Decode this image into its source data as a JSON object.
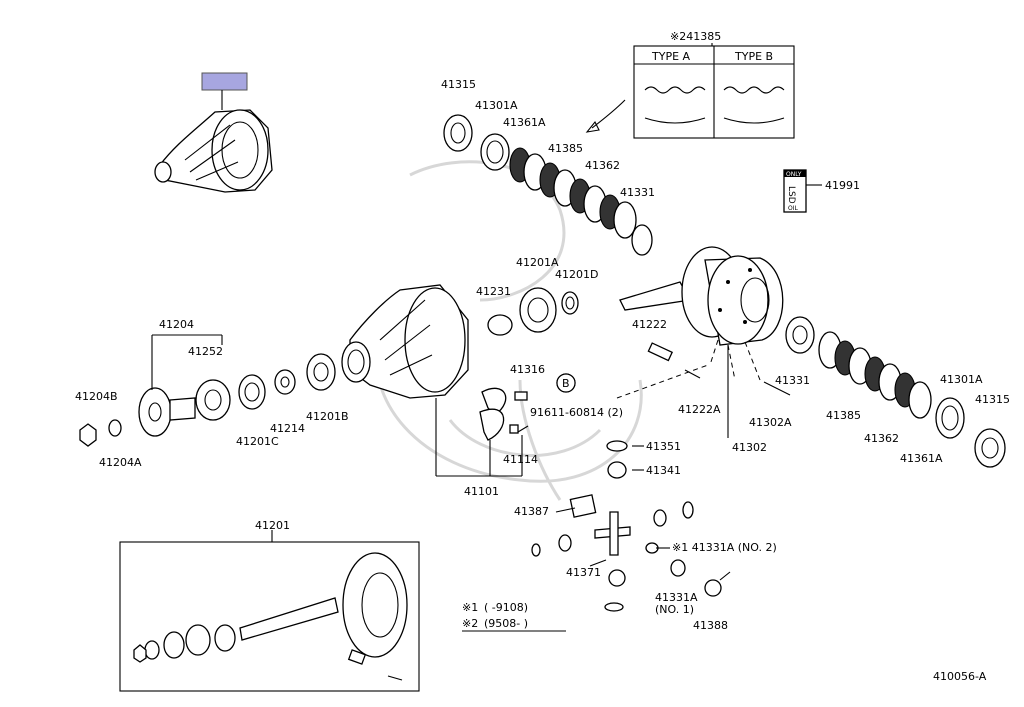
{
  "diagram": {
    "drawing_code": "410056-A",
    "type_table": {
      "ref": "※241385",
      "col_a": "TYPE A",
      "col_b": "TYPE B"
    },
    "lsd_tag": "LSD",
    "lsd_tag_top": "ONLY",
    "lsd_tag_bottom": "OIL",
    "callout_b": "B",
    "notes": [
      {
        "mark": "※1",
        "range": "(      -9108)"
      },
      {
        "mark": "※2",
        "range": "(9508-      )"
      }
    ],
    "parts": [
      {
        "id": "p41315a",
        "label": "41315"
      },
      {
        "id": "p41301Aa",
        "label": "41301A"
      },
      {
        "id": "p41361Aa",
        "label": "41361A"
      },
      {
        "id": "p41385a",
        "label": "41385"
      },
      {
        "id": "p41362a",
        "label": "41362"
      },
      {
        "id": "p41331a",
        "label": "41331"
      },
      {
        "id": "p41991",
        "label": "41991"
      },
      {
        "id": "p41201A",
        "label": "41201A"
      },
      {
        "id": "p41201D",
        "label": "41201D"
      },
      {
        "id": "p41231",
        "label": "41231"
      },
      {
        "id": "p41204",
        "label": "41204"
      },
      {
        "id": "p41252",
        "label": "41252"
      },
      {
        "id": "p41204B",
        "label": "41204B"
      },
      {
        "id": "p41204A",
        "label": "41204A"
      },
      {
        "id": "p41201C",
        "label": "41201C"
      },
      {
        "id": "p41214",
        "label": "41214"
      },
      {
        "id": "p41201B",
        "label": "41201B"
      },
      {
        "id": "p41316",
        "label": "41316"
      },
      {
        "id": "p91611",
        "label": "91611-60814 (2)"
      },
      {
        "id": "p41114",
        "label": "41114"
      },
      {
        "id": "p41101",
        "label": "41101"
      },
      {
        "id": "p41222",
        "label": "41222"
      },
      {
        "id": "p41222A",
        "label": "41222A"
      },
      {
        "id": "p41331b",
        "label": "41331"
      },
      {
        "id": "p41302A",
        "label": "41302A"
      },
      {
        "id": "p41302",
        "label": "41302"
      },
      {
        "id": "p41385b",
        "label": "41385"
      },
      {
        "id": "p41362b",
        "label": "41362"
      },
      {
        "id": "p41301Ab",
        "label": "41301A"
      },
      {
        "id": "p41315b",
        "label": "41315"
      },
      {
        "id": "p41361Ab",
        "label": "41361A"
      },
      {
        "id": "p41351",
        "label": "41351"
      },
      {
        "id": "p41341",
        "label": "41341"
      },
      {
        "id": "p41387",
        "label": "41387"
      },
      {
        "id": "p41371",
        "label": "41371"
      },
      {
        "id": "p41331Ano2",
        "label": "※1 41331A (NO. 2)"
      },
      {
        "id": "p41331Ano1",
        "label": "41331A"
      },
      {
        "id": "p41331Ano1b",
        "label": "(NO. 1)"
      },
      {
        "id": "p41388",
        "label": "41388"
      },
      {
        "id": "p41201",
        "label": "41201"
      }
    ]
  }
}
